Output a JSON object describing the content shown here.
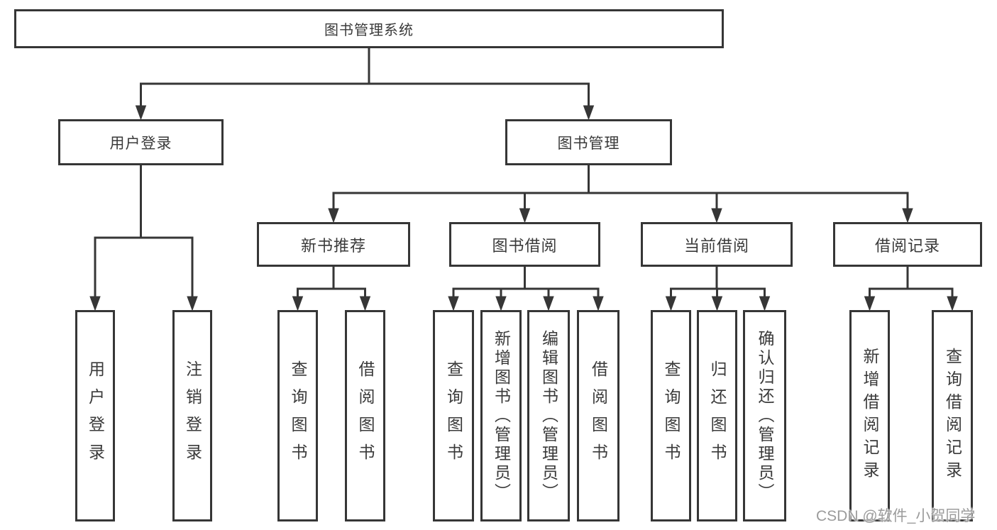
{
  "diagram": {
    "tree": {
      "label": "图书管理系统",
      "children": [
        {
          "label": "用户登录",
          "children": [
            {
              "label": "用户登录"
            },
            {
              "label": "注销登录"
            }
          ]
        },
        {
          "label": "图书管理",
          "children": [
            {
              "label": "新书推荐",
              "children": [
                {
                  "label": "查询图书"
                },
                {
                  "label": "借阅图书"
                }
              ]
            },
            {
              "label": "图书借阅",
              "children": [
                {
                  "label": "查询图书"
                },
                {
                  "label": "新增图书（管理员）"
                },
                {
                  "label": "编辑图书（管理员）"
                },
                {
                  "label": "借阅图书"
                }
              ]
            },
            {
              "label": "当前借阅",
              "children": [
                {
                  "label": "查询图书"
                },
                {
                  "label": "归还图书"
                },
                {
                  "label": "确认归还（管理员）"
                }
              ]
            },
            {
              "label": "借阅记录",
              "children": [
                {
                  "label": "新增借阅记录"
                },
                {
                  "label": "查询借阅记录"
                }
              ]
            }
          ]
        }
      ]
    },
    "line_color": "#363636"
  },
  "watermark": {
    "text": "CSDN @软件_小贺同学"
  }
}
